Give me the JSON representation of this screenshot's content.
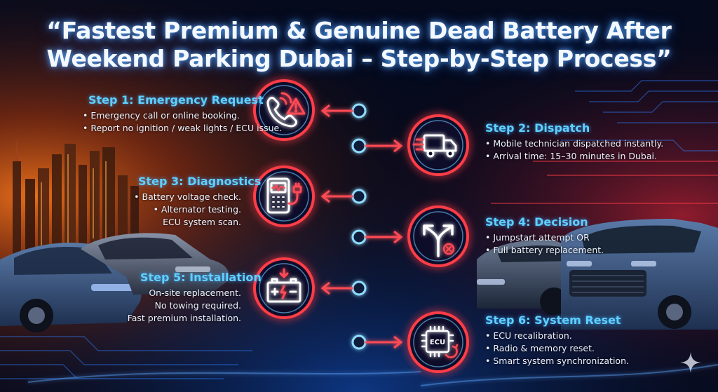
{
  "title": {
    "line1": "“Fastest Premium & Genuine Dead Battery After",
    "line2": "Weekend Parking Dubai – Step-by-Step Process”"
  },
  "steps": [
    {
      "heading": "Step 1: Emergency Request",
      "bullets": [
        "• Emergency call or online booking.",
        "• Report no ignition / weak lights / ECU issue."
      ],
      "icon": "phone-alert-icon"
    },
    {
      "heading": "Step 2: Dispatch",
      "bullets": [
        "• Mobile technician dispatched instantly.",
        "• Arrival time: 15–30 minutes in Dubai."
      ],
      "icon": "truck-icon"
    },
    {
      "heading": "Step 3: Diagnostics",
      "bullets": [
        "• Battery voltage check.",
        "• Alternator testing.",
        "ECU system scan."
      ],
      "icon": "diagnostic-device-icon"
    },
    {
      "heading": "Step 4: Decision",
      "bullets": [
        "• Jumpstart attempt OR",
        "• Full battery replacement."
      ],
      "icon": "fork-arrow-icon"
    },
    {
      "heading": "Step 5: Installation",
      "bullets": [
        "On-site replacement.",
        "No towing required.",
        "Fast premium installation."
      ],
      "icon": "battery-icon"
    },
    {
      "heading": "Step 6: System Reset",
      "bullets": [
        "• ECU recalibration.",
        "• Radio & memory reset.",
        "• Smart system synchronization."
      ],
      "icon": "ecu-chip-icon",
      "icon_text": "ECU"
    }
  ],
  "colors": {
    "accent_blue": "#5fd0ff",
    "accent_red": "#ff3c46",
    "background": "#050a1c"
  }
}
